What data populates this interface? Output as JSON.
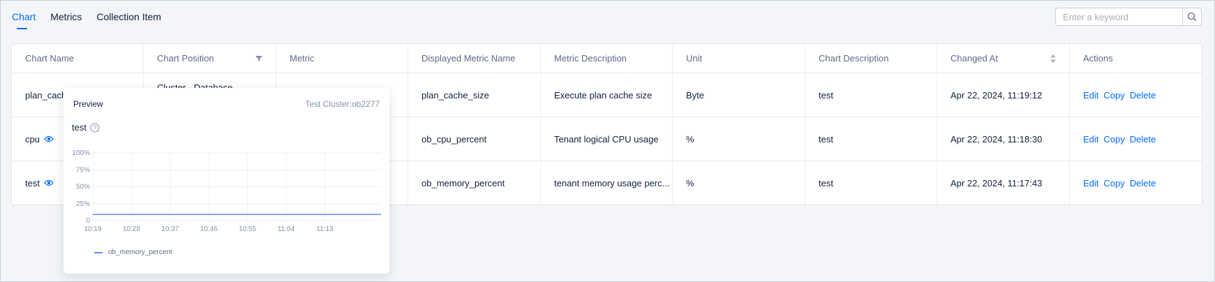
{
  "tabs": [
    {
      "label": "Chart",
      "active": true
    },
    {
      "label": "Metrics",
      "active": false
    },
    {
      "label": "Collection Item",
      "active": false
    }
  ],
  "search": {
    "placeholder": "Enter a keyword"
  },
  "table": {
    "headers": [
      "Chart Name",
      "Chart Position",
      "Metric",
      "Displayed Metric Name",
      "Metric Description",
      "Unit",
      "Chart Description",
      "Changed At",
      "Actions"
    ],
    "rows": [
      {
        "chart_name": "plan_cach",
        "chart_position": "Cluster - Database",
        "metric": "",
        "displayed_metric_name": "plan_cache_size",
        "metric_description": "Execute plan cache size",
        "unit": "Byte",
        "chart_description": "test",
        "changed_at": "Apr 22, 2024, 11:19:12"
      },
      {
        "chart_name": "cpu",
        "chart_position": "",
        "metric": "",
        "displayed_metric_name": "ob_cpu_percent",
        "metric_description": "Tenant logical CPU usage",
        "unit": "%",
        "chart_description": "test",
        "changed_at": "Apr 22, 2024, 11:18:30"
      },
      {
        "chart_name": "test",
        "chart_position": "",
        "metric": "",
        "displayed_metric_name": "ob_memory_percent",
        "metric_description": "tenant memory usage perc...",
        "unit": "%",
        "chart_description": "test",
        "changed_at": "Apr 22, 2024, 11:17:43"
      }
    ],
    "actions": {
      "edit": "Edit",
      "copy": "Copy",
      "delete": "Delete"
    }
  },
  "preview": {
    "title": "Preview",
    "cluster": "Test Cluster:ob2277",
    "chart_title": "test"
  },
  "chart_data": {
    "type": "line",
    "title": "test",
    "x": [
      "10:19",
      "10:28",
      "10:37",
      "10:46",
      "10:55",
      "11:04",
      "11:13"
    ],
    "y_ticks": [
      "100%",
      "75%",
      "50%",
      "25%",
      "0"
    ],
    "ylim": [
      0,
      100
    ],
    "series": [
      {
        "name": "ob_memory_percent",
        "color": "#5b8ff9",
        "values": [
          9,
          9,
          9,
          9,
          9,
          9,
          9,
          9,
          9,
          9,
          9,
          9,
          9,
          9
        ]
      }
    ],
    "grid": true,
    "legend": "bottom-left"
  },
  "colors": {
    "accent": "#006aff",
    "series": "#5b8ff9"
  }
}
